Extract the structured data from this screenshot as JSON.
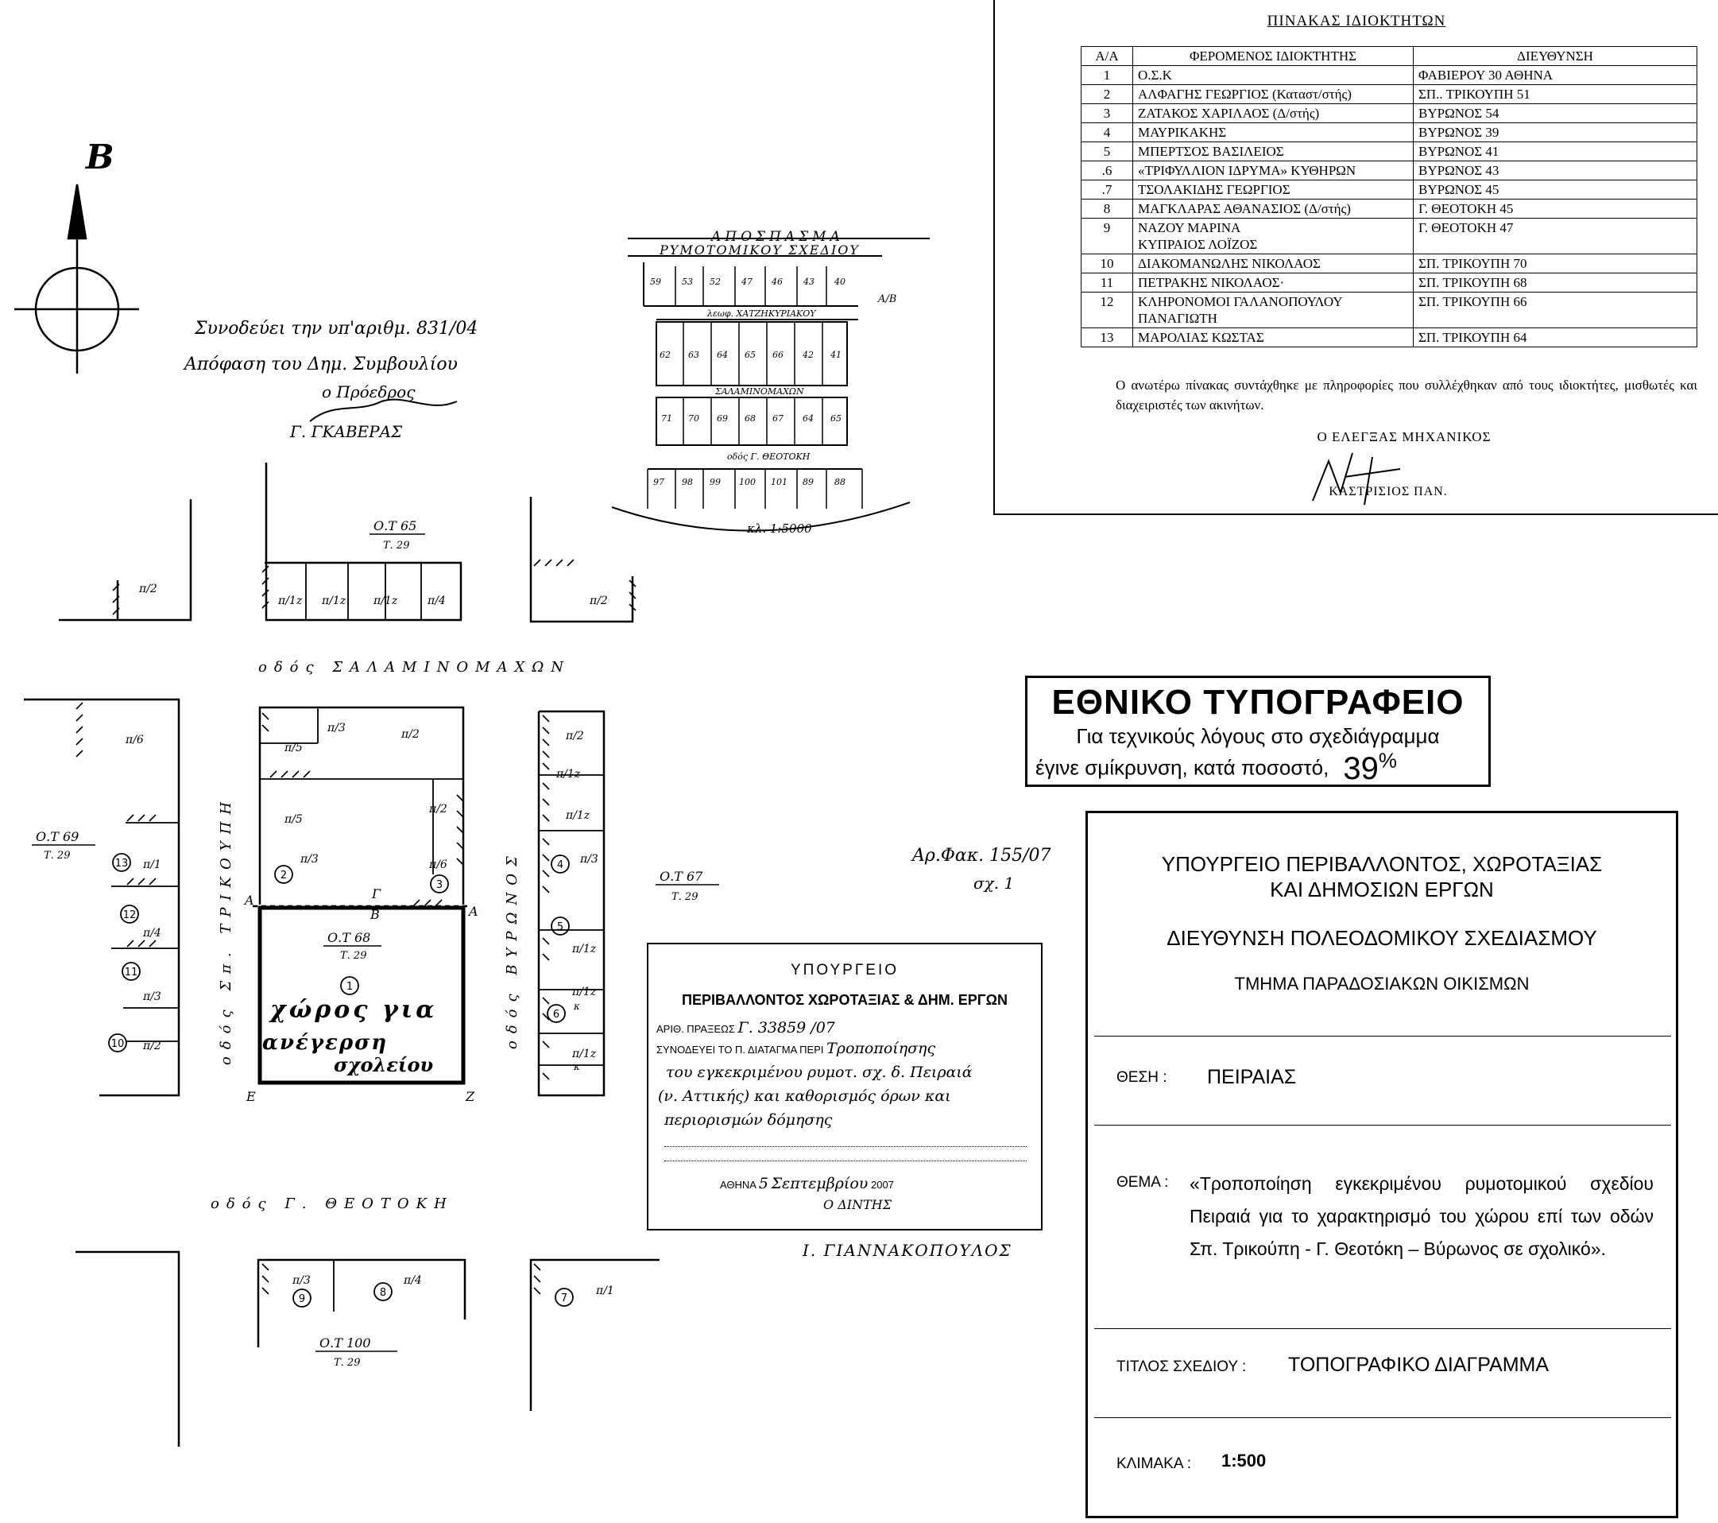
{
  "compass": {
    "north_label": "Β"
  },
  "handwritten_note": {
    "line1": "Συνοδεύει την υπ'αριθμ. 831/04",
    "line2": "Απόφαση του Δημ. Συμβουλίου",
    "line3": "ο Πρόεδρος",
    "signature": "Γ. ΓΚΑΒΕΡΑΣ"
  },
  "inset": {
    "title_line1": "ΑΠΟΣΠΑΣΜΑ",
    "title_line2": "ΡΥΜΟΤΟΜΙΚΟΥ ΣΧΕΔΙΟΥ",
    "scale": "κλ. 1:5000",
    "street1": "λεωφ. ΧΑΤΖΗΚΥΡΙΑΚΟΥ",
    "street2": "ΣΑΛΑΜΙΝΟΜΑΧΩΝ",
    "street3": "οδός Γ. ΘΕΟΤΟΚΗ",
    "row1": [
      "59",
      "53",
      "52",
      "47",
      "46",
      "43",
      "40"
    ],
    "row2": [
      "62",
      "63",
      "64",
      "65",
      "66",
      "42",
      "41"
    ],
    "row3": [
      "71",
      "70",
      "69",
      "68",
      "67",
      "64",
      "65"
    ],
    "row4": [
      "97",
      "98",
      "99",
      "100",
      "101",
      "89",
      "88"
    ],
    "side": "Α/Β"
  },
  "owners_table": {
    "title": "ΠΙΝΑΚΑΣ ΙΔΙΟΚΤΗΤΩΝ",
    "headers": [
      "Α/Α",
      "ΦΕΡΟΜΕΝΟΣ ΙΔΙΟΚΤΗΤΗΣ",
      "ΔΙΕΥΘΥΝΣΗ"
    ],
    "rows": [
      {
        "n": "1",
        "name": "Ο.Σ.Κ",
        "addr": "ΦΑΒΙΕΡΟΥ 30 ΑΘΗΝΑ"
      },
      {
        "n": "2",
        "name": "ΑΛΦΑΓΗΣ ΓΕΩΡΓΙΟΣ (Καταστ/στής)",
        "addr": "ΣΠ.. ΤΡΙΚΟΥΠΗ 51"
      },
      {
        "n": "3",
        "name": "ΖΑΤΑΚΟΣ ΧΑΡΙΛΑΟΣ (Δ/στής)",
        "addr": "ΒΥΡΩΝΟΣ 54"
      },
      {
        "n": "4",
        "name": "ΜΑΥΡΙΚΑΚΗΣ",
        "addr": "ΒΥΡΩΝΟΣ 39"
      },
      {
        "n": "5",
        "name": "ΜΠΕΡΤΣΟΣ ΒΑΣΙΛΕΙΟΣ",
        "addr": "ΒΥΡΩΝΟΣ 41"
      },
      {
        "n": ".6",
        "name": "«ΤΡΙΦΥΛΛΙΟΝ ΙΔΡΥΜΑ» ΚΥΘΗΡΩΝ",
        "addr": "ΒΥΡΩΝΟΣ 43"
      },
      {
        "n": ".7",
        "name": "ΤΣΟΛΑΚΙΔΗΣ ΓΕΩΡΓΙΟΣ",
        "addr": "ΒΥΡΩΝΟΣ 45"
      },
      {
        "n": "8",
        "name": "ΜΑΓΚΛΑΡΑΣ ΑΘΑΝΑΣΙΟΣ (Δ/στής)",
        "addr": "Γ. ΘΕΟΤΟΚΗ 45"
      },
      {
        "n": "9",
        "name": "ΝΑΖΟΥ ΜΑΡΙΝΑ",
        "name2": "ΚΥΠΡΑΙΟΣ ΛΟΪΖΟΣ",
        "addr": "Γ. ΘΕΟΤΟΚΗ 47"
      },
      {
        "n": "10",
        "name": "ΔΙΑΚΟΜΑΝΩΛΗΣ ΝΙΚΟΛΑΟΣ",
        "addr": "ΣΠ. ΤΡΙΚΟΥΠΗ 70"
      },
      {
        "n": "11",
        "name": "ΠΕΤΡΑΚΗΣ ΝΙΚΟΛΑΟΣ·",
        "addr": "ΣΠ. ΤΡΙΚΟΥΠΗ 68"
      },
      {
        "n": "12",
        "name": "ΚΛΗΡΟΝΟΜΟΙ ΓΑΛΑΝΟΠΟΥΛΟΥ",
        "name2": "ΠΑΝΑΓΙΩΤΗ",
        "addr": "ΣΠ. ΤΡΙΚΟΥΠΗ 66"
      },
      {
        "n": "13",
        "name": "ΜΑΡΟΛΙΑΣ ΚΩΣΤΑΣ",
        "addr": "ΣΠ. ΤΡΙΚΟΥΠΗ 64"
      }
    ],
    "note": "Ο ανωτέρω πίνακας συντάχθηκε με πληροφορίες που συλλέχθηκαν από τους ιδιοκτήτες, μισθωτές και διαχειριστές των ακινήτων.",
    "engineer_title": "Ο ΕΛΕΓΞΑΣ ΜΗΧΑΝΙΚΟΣ",
    "engineer_name": "ΚΑΣΤΡΙΣΙΟΣ ΠΑΝ."
  },
  "notice": {
    "title": "ΕΘΝΙΚΟ ΤΥΠΟΓΡΑΦΕΙΟ",
    "line1": "Για τεχνικούς λόγους στο σχεδιάγραμμα",
    "line2": "έγινε σμίκρυνση, κατά ποσοστό,",
    "percent": "39",
    "percent_sign": "%"
  },
  "file_ref": {
    "line1": "Αρ.Φακ. 155/07",
    "line2": "σχ. 1"
  },
  "map": {
    "street_north": "οδός ΣΑΛΑΜΙΝΟΜΑΧΩΝ",
    "street_south": "οδός Γ. ΘΕΟΤΟΚΗ",
    "street_west": "οδός Σπ. ΤΡΙΚΟΥΠΗ",
    "street_east": "οδός ΒΥΡΩΝΟΣ",
    "ot65": "Ο.Τ 65",
    "ot65_t": "Τ. 29",
    "ot69": "Ο.Τ 69",
    "ot69_t": "Τ. 29",
    "ot67": "Ο.Τ 67",
    "ot67_t": "Τ. 29",
    "ot68": "Ο.Τ 68",
    "ot68_t": "Τ. 29",
    "ot100": "Ο.Τ 100",
    "ot100_t": "Τ. 29",
    "school_line1": "χώρος για",
    "school_line2": "ανέγερση",
    "school_line3": "σχολείου",
    "corner_A1": "Α",
    "corner_A2": "Α",
    "corner_B": "Β",
    "corner_G": "Γ",
    "corner_E": "Ε",
    "corner_Z": "Ζ",
    "plot_labels": {
      "p65a": "π/2",
      "p65b": "π/1z",
      "p65c": "π/1z",
      "p65d": "π/1z",
      "p65e": "π/4",
      "p65f": "π/2",
      "p69a": "π/6",
      "p69b": "π/1",
      "p69c": "π/4",
      "p69d": "π/3",
      "p69e": "π/2",
      "p68a": "π/3",
      "p68b": "π/2",
      "p68c": "π/5",
      "p68d": "π/5",
      "p68e": "π/2",
      "p68f": "π/3",
      "p68g": "π/6",
      "p67a": "π/2",
      "p67b": "π/1z",
      "p67c": "π/1z",
      "p67d": "π/3",
      "p67e": "π/1z",
      "p67f": "π/1z",
      "p67g": "π/1z",
      "p100a": "π/3",
      "p100b": "π/4",
      "p100c": "π/1",
      "p67k1": "κ",
      "p67k2": "κ"
    },
    "circle_numbers": {
      "c1": "1",
      "c2": "2",
      "c3": "3",
      "c4": "4",
      "c5": "5",
      "c6": "6",
      "c7": "7",
      "c8": "8",
      "c9": "9",
      "c10": "10",
      "c11": "11",
      "c12": "12",
      "c13": "13"
    }
  },
  "stamp": {
    "header1": "ΥΠΟΥΡΓΕΙΟ",
    "header2": "ΠΕΡΙΒΑΛΛΟΝΤΟΣ ΧΩΡΟΤΑΞΙΑΣ & ΔΗΜ. ΕΡΓΩΝ",
    "praxis_label": "ΑΡΙΘ. ΠΡΑΞΕΩΣ",
    "praxis_value": "Γ. 33859 /07",
    "accomp_label": "ΣΥΝΟΔΕΥΕΙ ΤΟ Π. ΔΙΑΤΑΓΜΑ ΠΕΡΙ",
    "accomp_value1": "Τροποποίησης",
    "accomp_value2": "του εγκεκριμένου ρυμοτ. σχ. δ. Πειραιά",
    "accomp_value3": "(ν. Αττικής) και καθορισμός όρων και",
    "accomp_value4": "περιορισμών δόμησης",
    "date_label": "ΑΘΗΝΑ",
    "date_day": "5",
    "date_month": "Σεπτεμβρίου",
    "date_year": "2007",
    "director": "Ο ΔΙΝΤΗΣ",
    "signature": "Ι. ΓΙΑΝΝΑΚΟΠΟΥΛΟΣ"
  },
  "title_block": {
    "ministry_line1": "ΥΠΟΥΡΓΕΙΟ ΠΕΡΙΒΑΛΛΟΝΤΟΣ, ΧΩΡΟΤΑΞΙΑΣ",
    "ministry_line2": "ΚΑΙ ΔΗΜΟΣΙΩΝ ΕΡΓΩΝ",
    "directorate": "ΔΙΕΥΘΥΝΣΗ ΠΟΛΕΟΔΟΜΙΚΟΥ ΣΧΕΔΙΑΣΜΟΥ",
    "department": "ΤΜΗΜΑ ΠΑΡΑΔΟΣΙΑΚΩΝ ΟΙΚΙΣΜΩΝ",
    "location_label": "ΘΕΣΗ :",
    "location_value": "ΠΕΙΡΑΙΑΣ",
    "subject_label": "ΘΕΜΑ :",
    "subject_value": "«Τροποποίηση εγκεκριμένου ρυμοτομικού σχεδίου Πειραιά για το χαρακτηρισμό του χώρου επί των οδών Σπ. Τρικούπη - Γ. Θεοτόκη – Βύρωνος σε σχολικό».",
    "plan_label": "ΤΙΤΛΟΣ ΣΧΕΔΙΟΥ :",
    "plan_value": "ΤΟΠΟΓΡΑΦΙΚΟ ΔΙΑΓΡΑΜΜΑ",
    "scale_label": "ΚΛΙΜΑΚΑ :",
    "scale_value": "1:500"
  }
}
